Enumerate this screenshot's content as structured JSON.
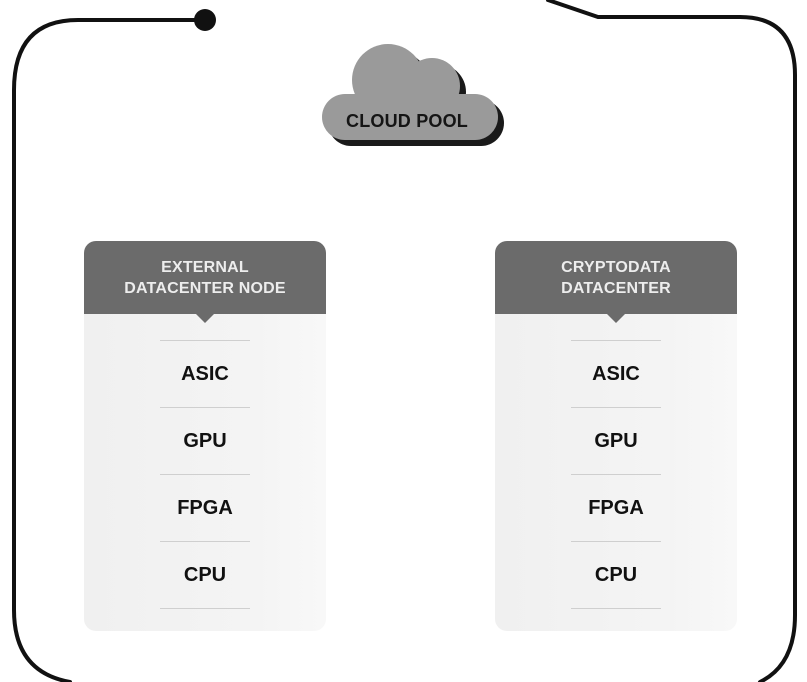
{
  "cloud": {
    "label": "CLOUD POOL"
  },
  "pools": [
    {
      "title": "EXTERNAL\nDATACENTER NODE",
      "items": [
        "ASIC",
        "GPU",
        "FPGA",
        "CPU"
      ]
    },
    {
      "title": "CRYPTODATA\nDATACENTER",
      "items": [
        "ASIC",
        "GPU",
        "FPGA",
        "CPU"
      ]
    }
  ],
  "colors": {
    "frame_line": "#111111",
    "header_bg": "#6b6b6b",
    "card_bg": "#f2f2f2",
    "cloud_fill": "#9a9a9a",
    "cloud_shadow": "#1a1a1a"
  }
}
